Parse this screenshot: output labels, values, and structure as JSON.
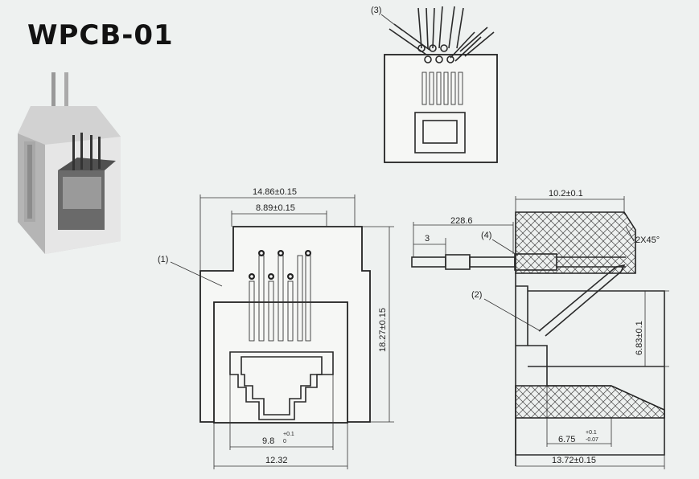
{
  "title": "WPCB-01",
  "colors": {
    "paper": "#eef1f0",
    "ink": "#222222"
  },
  "labels": {
    "front_callout": "(1)",
    "side_callout_contact": "(2)",
    "top_callout_wire": "(3)",
    "side_callout_pin": "(4)"
  },
  "front_view": {
    "width_outer": "14.86±0.15",
    "width_inner": "8.89±0.15",
    "height": "18.27±0.15",
    "opening_width": "9.8",
    "opening_tol_upper": "+0.1",
    "opening_tol_lower": "0",
    "bottom_width": "12.32"
  },
  "side_view": {
    "top_length": "10.2±0.1",
    "pin_length": "228.6",
    "pin_tip": "3",
    "chamfer": "2X45°",
    "height": "6.83±0.1",
    "depth": "6.75",
    "depth_tol_upper": "+0.1",
    "depth_tol_lower": "-0.07",
    "bottom_length": "13.72±0.15"
  }
}
